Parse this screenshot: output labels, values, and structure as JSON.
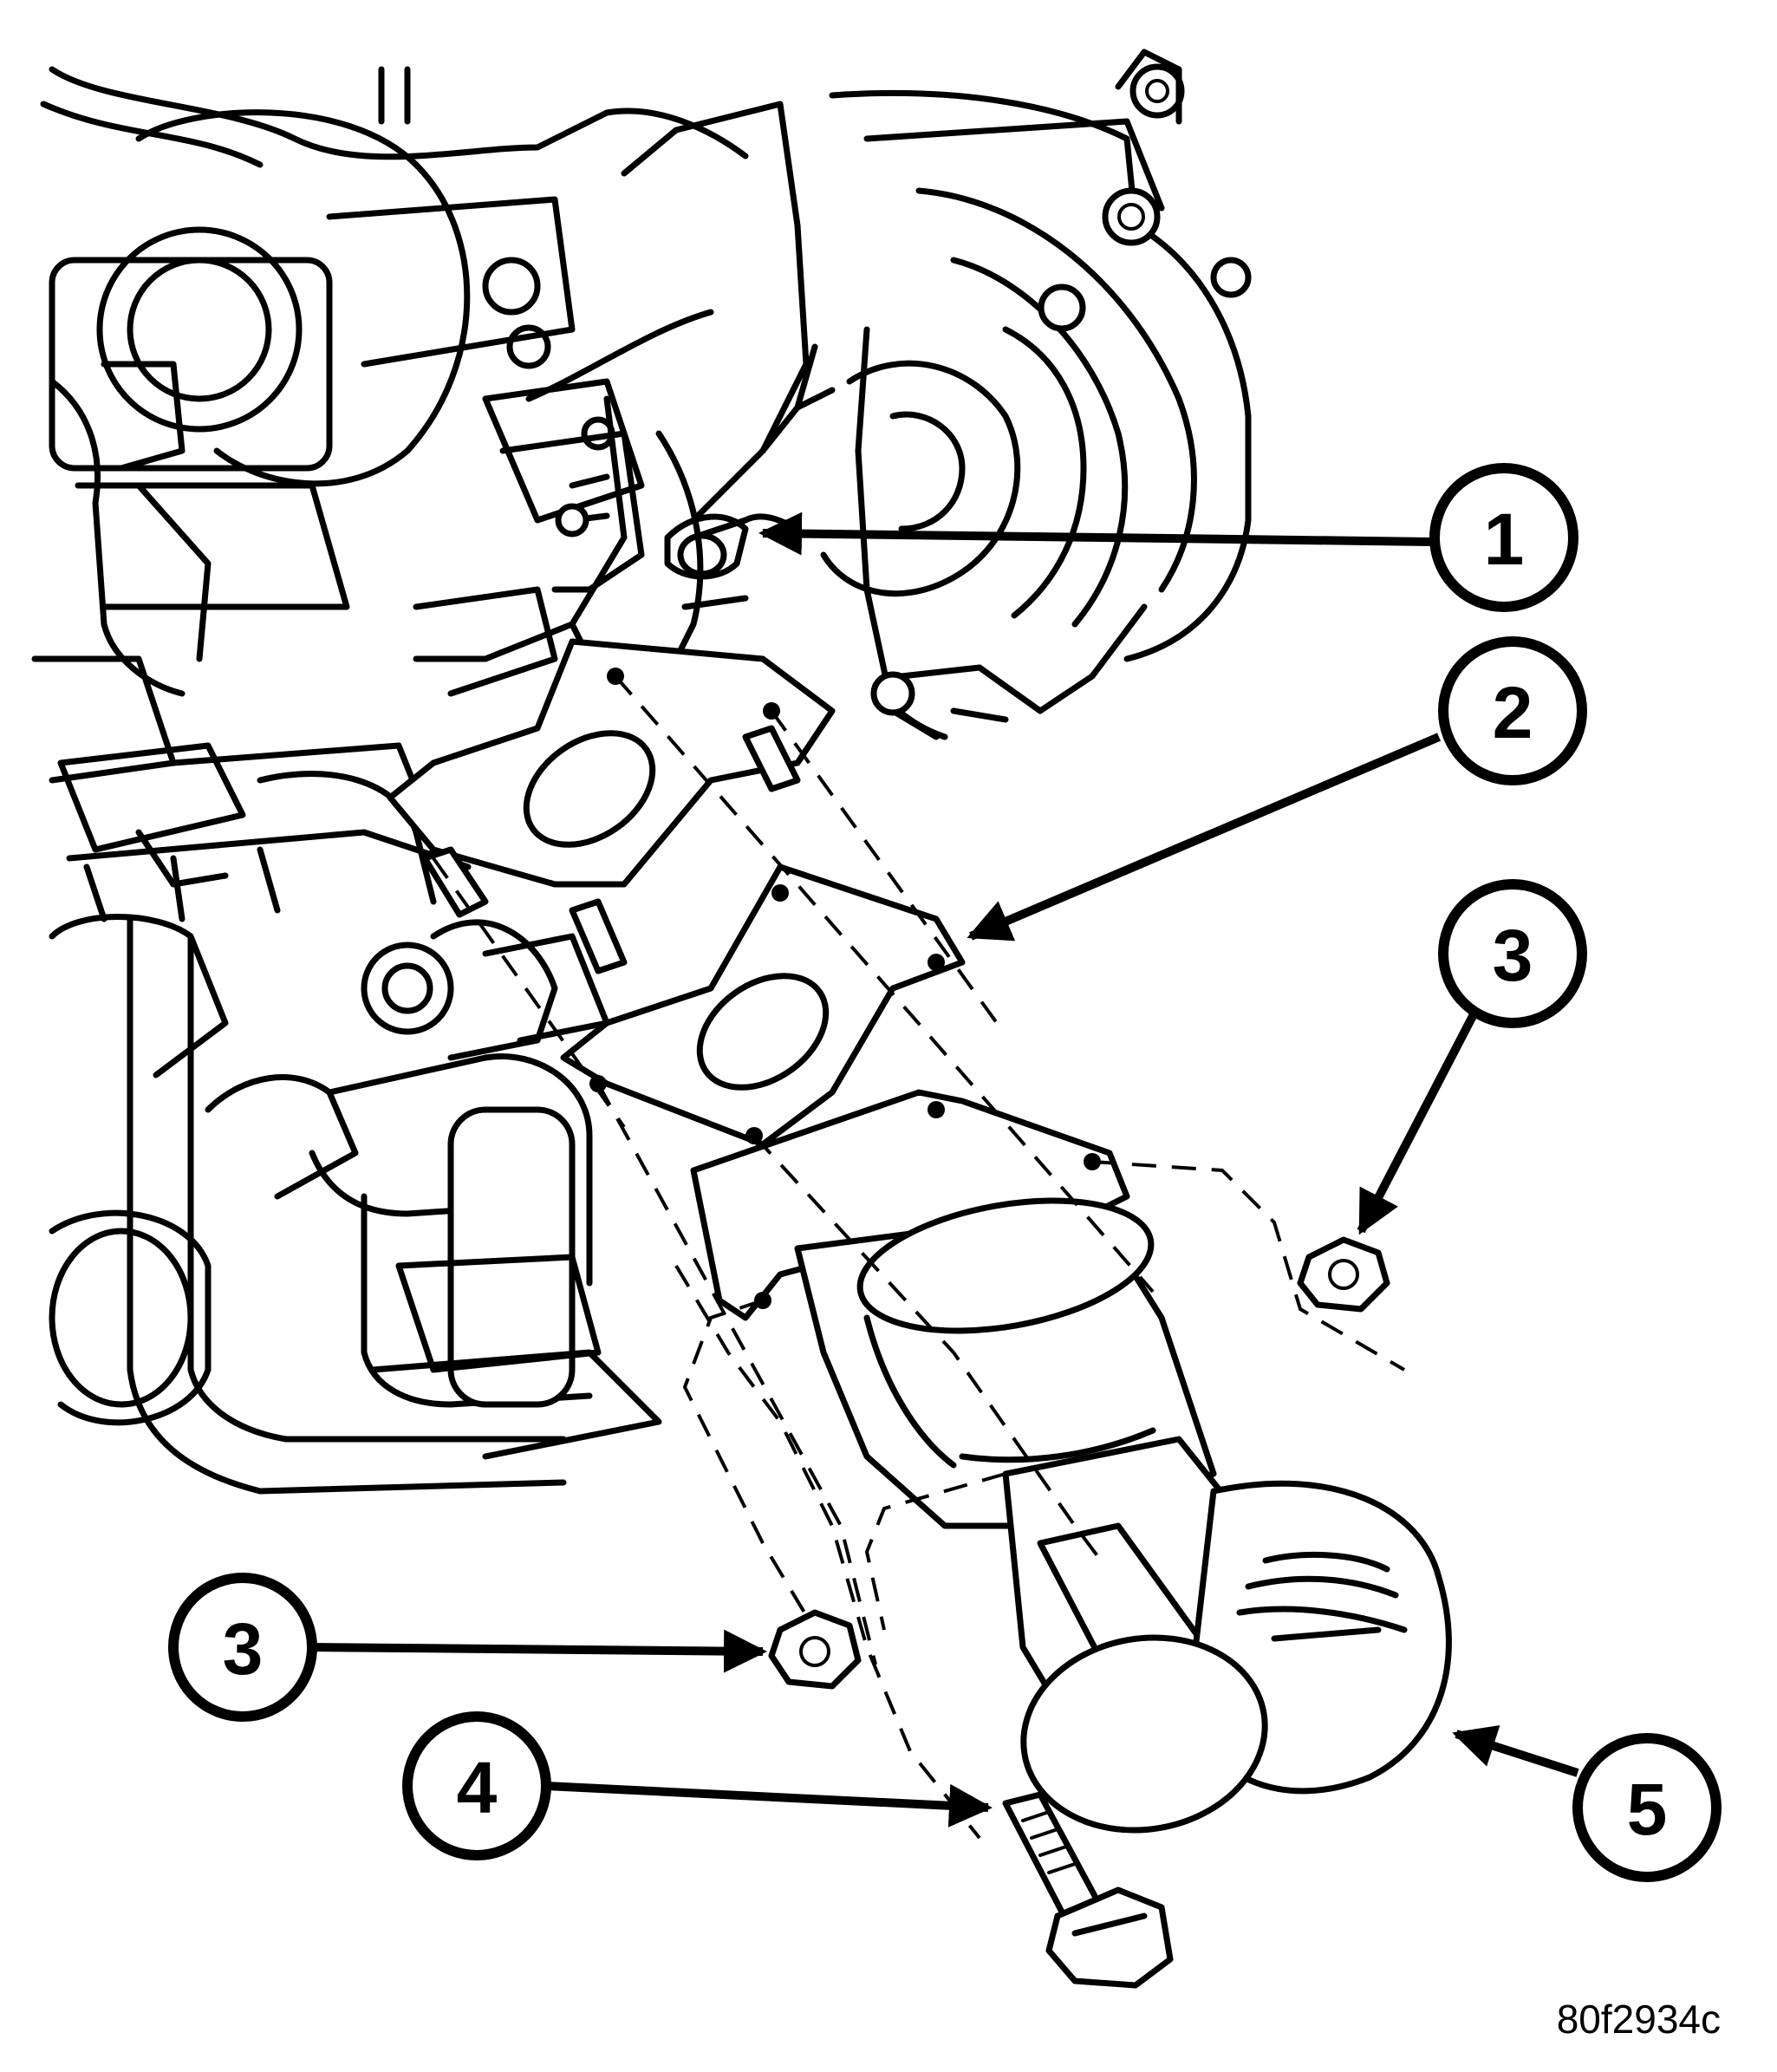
{
  "callouts": [
    {
      "label": "1"
    },
    {
      "label": "2"
    },
    {
      "label": "3"
    },
    {
      "label": "3"
    },
    {
      "label": "4"
    },
    {
      "label": "5"
    }
  ],
  "figure_id": "80f2934c"
}
